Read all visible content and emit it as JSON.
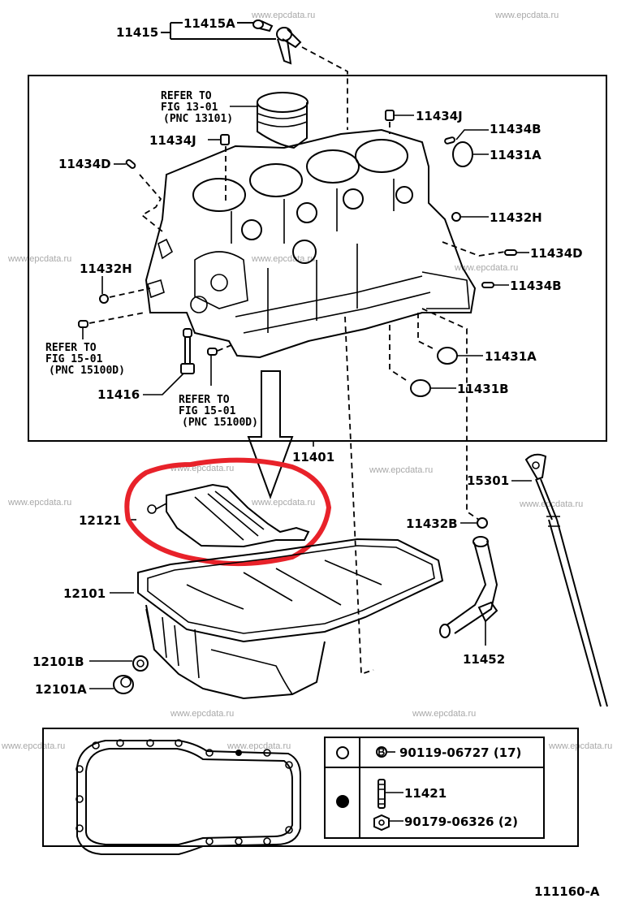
{
  "diagram": {
    "figure_id": "111160-A",
    "watermark": "www.epcdata.ru",
    "colors": {
      "ink": "#000000",
      "highlight": "#e8222a",
      "watermark": "#a8a8a8"
    },
    "labels": {
      "p11415": "11415",
      "p11415A": "11415A",
      "ref1301": [
        "REFER TO",
        "FIG 13-01",
        "(PNC 13101)"
      ],
      "p11434J_left": "11434J",
      "p11434D_left": "11434D",
      "p11434J_right": "11434J",
      "p11434B_top": "11434B",
      "p11431A_top": "11431A",
      "p11432H_right": "11432H",
      "p11434D_right": "11434D",
      "p11434B_right": "11434B",
      "p11432H_left": "11432H",
      "ref1501_left": [
        "REFER TO",
        "FIG 15-01",
        "(PNC 15100D)"
      ],
      "p11416": "11416",
      "ref1501_mid": [
        "REFER TO",
        "FIG 15-01",
        "(PNC 15100D)"
      ],
      "p11431A_low": "11431A",
      "p11431B": "11431B",
      "p11401": "11401",
      "p15301": "15301",
      "p11432B": "11432B",
      "p12121": "12121",
      "p12101": "12101",
      "p11452": "11452",
      "p12101B": "12101B",
      "p12101A": "12101A"
    },
    "legend_table": {
      "rows": [
        {
          "symbol": "open-circle",
          "items": [
            {
              "icon": "bolt-head-icon",
              "part": "90119-06727 (17)"
            }
          ]
        },
        {
          "symbol": "filled-circle",
          "items": [
            {
              "icon": "stud-icon",
              "part": "11421"
            },
            {
              "icon": "nut-icon",
              "part": "90179-06326 (2)"
            }
          ]
        }
      ]
    }
  }
}
